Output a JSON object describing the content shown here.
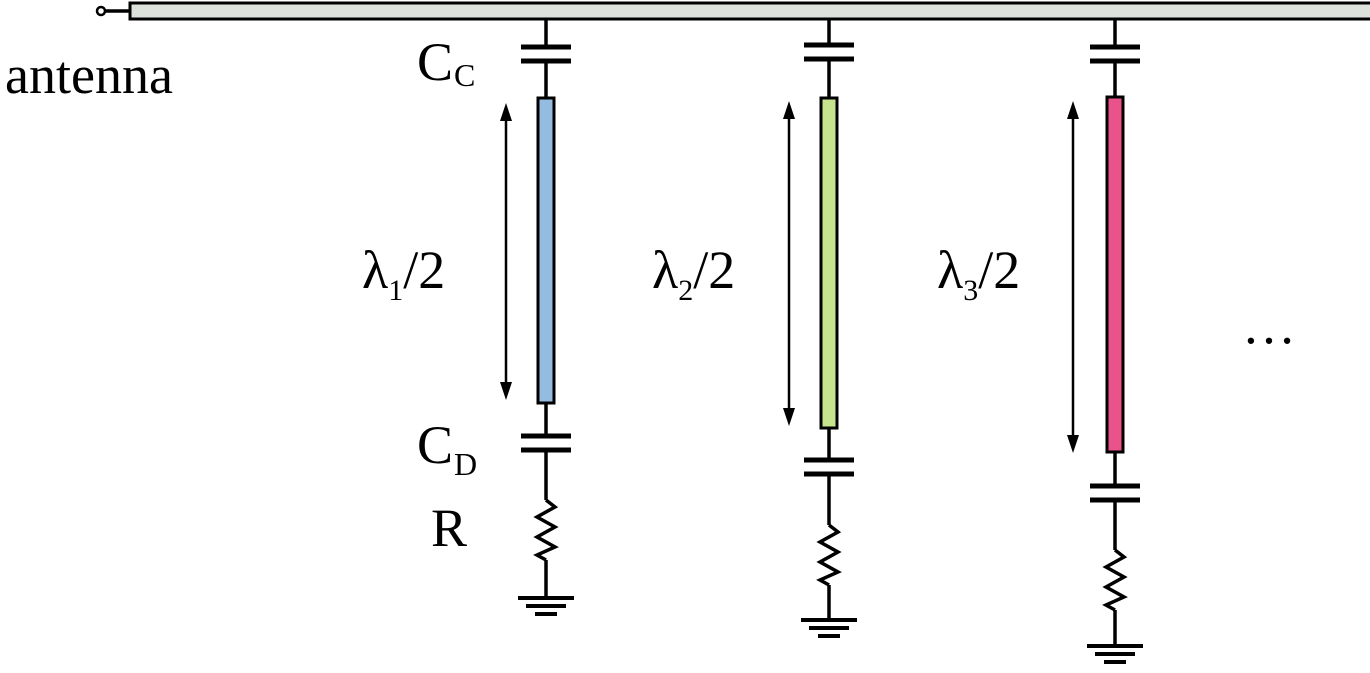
{
  "labels": {
    "antenna": "antenna",
    "cc_main": "C",
    "cc_sub": "C",
    "cd_main": "C",
    "cd_sub": "D",
    "r": "R",
    "ellipsis": "…"
  },
  "resonators": [
    {
      "lambda": "λ",
      "sub": "1",
      "ratio": "/2",
      "color": "#94bce0"
    },
    {
      "lambda": "λ",
      "sub": "2",
      "ratio": "/2",
      "color": "#c6e48e"
    },
    {
      "lambda": "λ",
      "sub": "3",
      "ratio": "/2",
      "color": "#e9528a"
    }
  ],
  "colors": {
    "antenna_bar": "#dde3dc",
    "ink": "#000000"
  }
}
